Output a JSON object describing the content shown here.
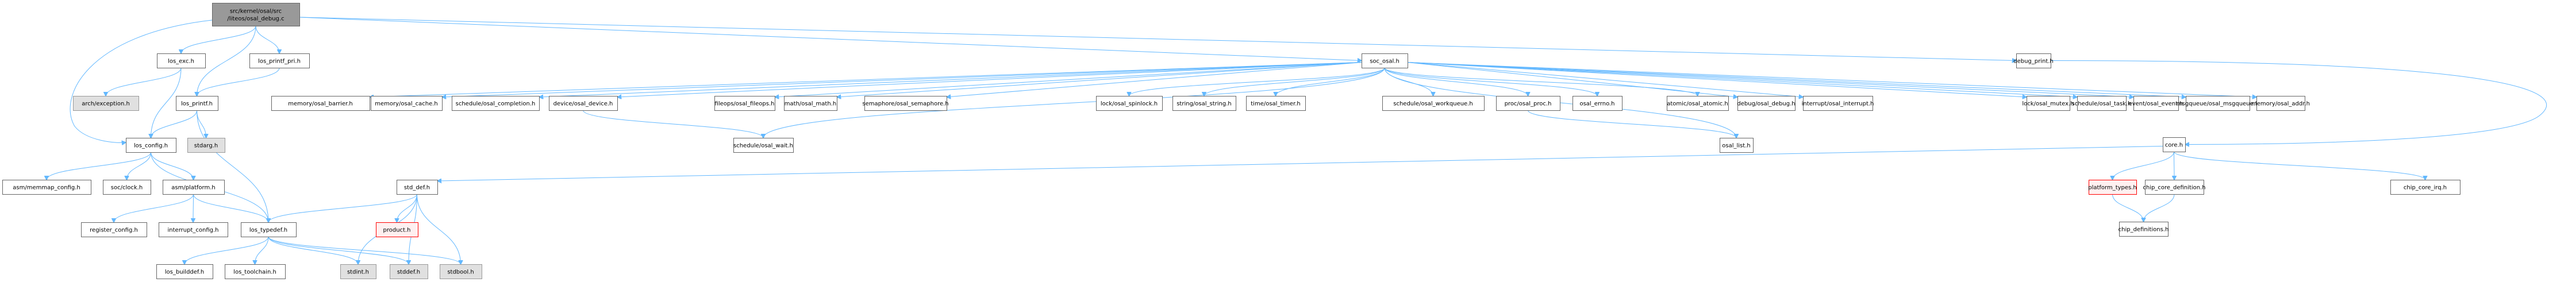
{
  "graph": {
    "title": "Include dependency graph for osal_debug.c",
    "colors": {
      "edge": "#63b8ff",
      "root_fill": "#999999",
      "node_border": "#666666",
      "external_fill": "#e0e0e0",
      "missing_border": "#ff0000",
      "missing_fill": "#fff0f0"
    },
    "nodes": [
      {
        "id": "root",
        "label_lines": [
          "src/kernel/osal/src",
          "/liteos/osal_debug.c"
        ],
        "kind": "root"
      },
      {
        "id": "los_exc",
        "label_lines": [
          "los_exc.h"
        ],
        "kind": "normal"
      },
      {
        "id": "los_printf_pri",
        "label_lines": [
          "los_printf_pri.h"
        ],
        "kind": "normal"
      },
      {
        "id": "arch_exception",
        "label_lines": [
          "arch/exception.h"
        ],
        "kind": "external"
      },
      {
        "id": "los_printf",
        "label_lines": [
          "los_printf.h"
        ],
        "kind": "normal"
      },
      {
        "id": "los_config",
        "label_lines": [
          "los_config.h"
        ],
        "kind": "normal"
      },
      {
        "id": "stdarg",
        "label_lines": [
          "stdarg.h"
        ],
        "kind": "external"
      },
      {
        "id": "asm_memmap_config",
        "label_lines": [
          "asm/memmap_config.h"
        ],
        "kind": "normal"
      },
      {
        "id": "soc_clock",
        "label_lines": [
          "soc/clock.h"
        ],
        "kind": "normal"
      },
      {
        "id": "asm_platform",
        "label_lines": [
          "asm/platform.h"
        ],
        "kind": "normal"
      },
      {
        "id": "register_config",
        "label_lines": [
          "register_config.h"
        ],
        "kind": "normal"
      },
      {
        "id": "interrupt_config",
        "label_lines": [
          "interrupt_config.h"
        ],
        "kind": "normal"
      },
      {
        "id": "los_typedef",
        "label_lines": [
          "los_typedef.h"
        ],
        "kind": "normal"
      },
      {
        "id": "los_builddef",
        "label_lines": [
          "los_builddef.h"
        ],
        "kind": "normal"
      },
      {
        "id": "los_toolchain",
        "label_lines": [
          "los_toolchain.h"
        ],
        "kind": "normal"
      },
      {
        "id": "stdint",
        "label_lines": [
          "stdint.h"
        ],
        "kind": "external"
      },
      {
        "id": "stddef",
        "label_lines": [
          "stddef.h"
        ],
        "kind": "external"
      },
      {
        "id": "stdbool",
        "label_lines": [
          "stdbool.h"
        ],
        "kind": "external"
      },
      {
        "id": "std_def",
        "label_lines": [
          "std_def.h"
        ],
        "kind": "normal"
      },
      {
        "id": "product",
        "label_lines": [
          "product.h"
        ],
        "kind": "missing"
      },
      {
        "id": "soc_osal",
        "label_lines": [
          "soc_osal.h"
        ],
        "kind": "normal"
      },
      {
        "id": "osal_barrier",
        "label_lines": [
          "memory/osal_barrier.h"
        ],
        "kind": "normal"
      },
      {
        "id": "osal_cache",
        "label_lines": [
          "memory/osal_cache.h"
        ],
        "kind": "normal"
      },
      {
        "id": "osal_completion",
        "label_lines": [
          "schedule/osal_completion.h"
        ],
        "kind": "normal"
      },
      {
        "id": "osal_device",
        "label_lines": [
          "device/osal_device.h"
        ],
        "kind": "normal"
      },
      {
        "id": "osal_fileops",
        "label_lines": [
          "fileops/osal_fileops.h"
        ],
        "kind": "normal"
      },
      {
        "id": "osal_math",
        "label_lines": [
          "math/osal_math.h"
        ],
        "kind": "normal"
      },
      {
        "id": "osal_semaphore",
        "label_lines": [
          "semaphore/osal_semaphore.h"
        ],
        "kind": "normal"
      },
      {
        "id": "osal_spinlock",
        "label_lines": [
          "lock/osal_spinlock.h"
        ],
        "kind": "normal"
      },
      {
        "id": "osal_string",
        "label_lines": [
          "string/osal_string.h"
        ],
        "kind": "normal"
      },
      {
        "id": "osal_timer",
        "label_lines": [
          "time/osal_timer.h"
        ],
        "kind": "normal"
      },
      {
        "id": "osal_workqueue",
        "label_lines": [
          "schedule/osal_workqueue.h"
        ],
        "kind": "normal"
      },
      {
        "id": "osal_proc",
        "label_lines": [
          "proc/osal_proc.h"
        ],
        "kind": "normal"
      },
      {
        "id": "osal_errno",
        "label_lines": [
          "osal_errno.h"
        ],
        "kind": "normal"
      },
      {
        "id": "osal_atomic",
        "label_lines": [
          "atomic/osal_atomic.h"
        ],
        "kind": "normal"
      },
      {
        "id": "osal_debug",
        "label_lines": [
          "debug/osal_debug.h"
        ],
        "kind": "normal"
      },
      {
        "id": "osal_interrupt",
        "label_lines": [
          "interrupt/osal_interrupt.h"
        ],
        "kind": "normal"
      },
      {
        "id": "osal_mutex",
        "label_lines": [
          "lock/osal_mutex.h"
        ],
        "kind": "normal"
      },
      {
        "id": "osal_task",
        "label_lines": [
          "schedule/osal_task.h"
        ],
        "kind": "normal"
      },
      {
        "id": "osal_event",
        "label_lines": [
          "event/osal_event.h"
        ],
        "kind": "normal"
      },
      {
        "id": "osal_msgqueue",
        "label_lines": [
          "msgqueue/osal_msgqueue.h"
        ],
        "kind": "normal"
      },
      {
        "id": "osal_addr",
        "label_lines": [
          "memory/osal_addr.h"
        ],
        "kind": "normal"
      },
      {
        "id": "osal_wait",
        "label_lines": [
          "schedule/osal_wait.h"
        ],
        "kind": "normal"
      },
      {
        "id": "osal_list",
        "label_lines": [
          "osal_list.h"
        ],
        "kind": "normal"
      },
      {
        "id": "debug_print",
        "label_lines": [
          "debug_print.h"
        ],
        "kind": "normal"
      },
      {
        "id": "core",
        "label_lines": [
          "core.h"
        ],
        "kind": "normal"
      },
      {
        "id": "platform_types",
        "label_lines": [
          "platform_types.h"
        ],
        "kind": "missing"
      },
      {
        "id": "chip_core_definition",
        "label_lines": [
          "chip_core_definition.h"
        ],
        "kind": "normal"
      },
      {
        "id": "chip_core_irq",
        "label_lines": [
          "chip_core_irq.h"
        ],
        "kind": "normal"
      },
      {
        "id": "chip_definitions",
        "label_lines": [
          "chip_definitions.h"
        ],
        "kind": "normal"
      }
    ],
    "edges": [
      [
        "root",
        "los_exc"
      ],
      [
        "root",
        "los_printf_pri"
      ],
      [
        "root",
        "los_printf"
      ],
      [
        "root",
        "los_config"
      ],
      [
        "root",
        "soc_osal"
      ],
      [
        "root",
        "debug_print"
      ],
      [
        "los_exc",
        "arch_exception"
      ],
      [
        "los_exc",
        "los_config"
      ],
      [
        "los_printf_pri",
        "los_printf"
      ],
      [
        "los_printf",
        "los_config"
      ],
      [
        "los_printf",
        "stdarg"
      ],
      [
        "los_printf",
        "los_typedef"
      ],
      [
        "los_config",
        "asm_memmap_config"
      ],
      [
        "los_config",
        "soc_clock"
      ],
      [
        "los_config",
        "asm_platform"
      ],
      [
        "los_config",
        "los_typedef"
      ],
      [
        "asm_platform",
        "register_config"
      ],
      [
        "asm_platform",
        "interrupt_config"
      ],
      [
        "asm_platform",
        "los_typedef"
      ],
      [
        "los_typedef",
        "los_builddef"
      ],
      [
        "los_typedef",
        "los_toolchain"
      ],
      [
        "los_typedef",
        "stdint"
      ],
      [
        "los_typedef",
        "stddef"
      ],
      [
        "los_typedef",
        "stdbool"
      ],
      [
        "std_def",
        "los_typedef"
      ],
      [
        "std_def",
        "product"
      ],
      [
        "std_def",
        "stdint"
      ],
      [
        "std_def",
        "stddef"
      ],
      [
        "std_def",
        "stdbool"
      ],
      [
        "soc_osal",
        "osal_barrier"
      ],
      [
        "soc_osal",
        "osal_cache"
      ],
      [
        "soc_osal",
        "osal_completion"
      ],
      [
        "soc_osal",
        "osal_device"
      ],
      [
        "soc_osal",
        "osal_fileops"
      ],
      [
        "soc_osal",
        "osal_math"
      ],
      [
        "soc_osal",
        "osal_semaphore"
      ],
      [
        "soc_osal",
        "osal_spinlock"
      ],
      [
        "soc_osal",
        "osal_string"
      ],
      [
        "soc_osal",
        "osal_timer"
      ],
      [
        "soc_osal",
        "osal_workqueue"
      ],
      [
        "soc_osal",
        "osal_proc"
      ],
      [
        "soc_osal",
        "osal_errno"
      ],
      [
        "soc_osal",
        "osal_atomic"
      ],
      [
        "soc_osal",
        "osal_debug"
      ],
      [
        "soc_osal",
        "osal_interrupt"
      ],
      [
        "soc_osal",
        "osal_mutex"
      ],
      [
        "soc_osal",
        "osal_task"
      ],
      [
        "soc_osal",
        "osal_event"
      ],
      [
        "soc_osal",
        "osal_msgqueue"
      ],
      [
        "soc_osal",
        "osal_addr"
      ],
      [
        "soc_osal",
        "osal_wait"
      ],
      [
        "soc_osal",
        "osal_list"
      ],
      [
        "osal_device",
        "osal_wait"
      ],
      [
        "osal_proc",
        "osal_list"
      ],
      [
        "debug_print",
        "core"
      ],
      [
        "core",
        "std_def"
      ],
      [
        "core",
        "platform_types"
      ],
      [
        "core",
        "chip_core_definition"
      ],
      [
        "core",
        "chip_core_irq"
      ],
      [
        "platform_types",
        "chip_definitions"
      ],
      [
        "chip_core_definition",
        "chip_definitions"
      ]
    ]
  }
}
